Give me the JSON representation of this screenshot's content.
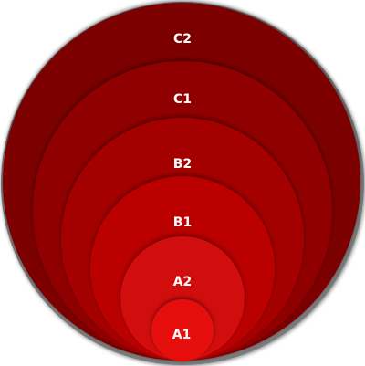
{
  "levels": [
    {
      "label": "A1",
      "color": "#e60d0d"
    },
    {
      "label": "A2",
      "color": "#d10707"
    },
    {
      "label": "B1",
      "color": "#bb0404"
    },
    {
      "label": "B2",
      "color": "#a50202"
    },
    {
      "label": "C1",
      "color": "#900101"
    },
    {
      "label": "C2",
      "color": "#7c0000"
    }
  ]
}
